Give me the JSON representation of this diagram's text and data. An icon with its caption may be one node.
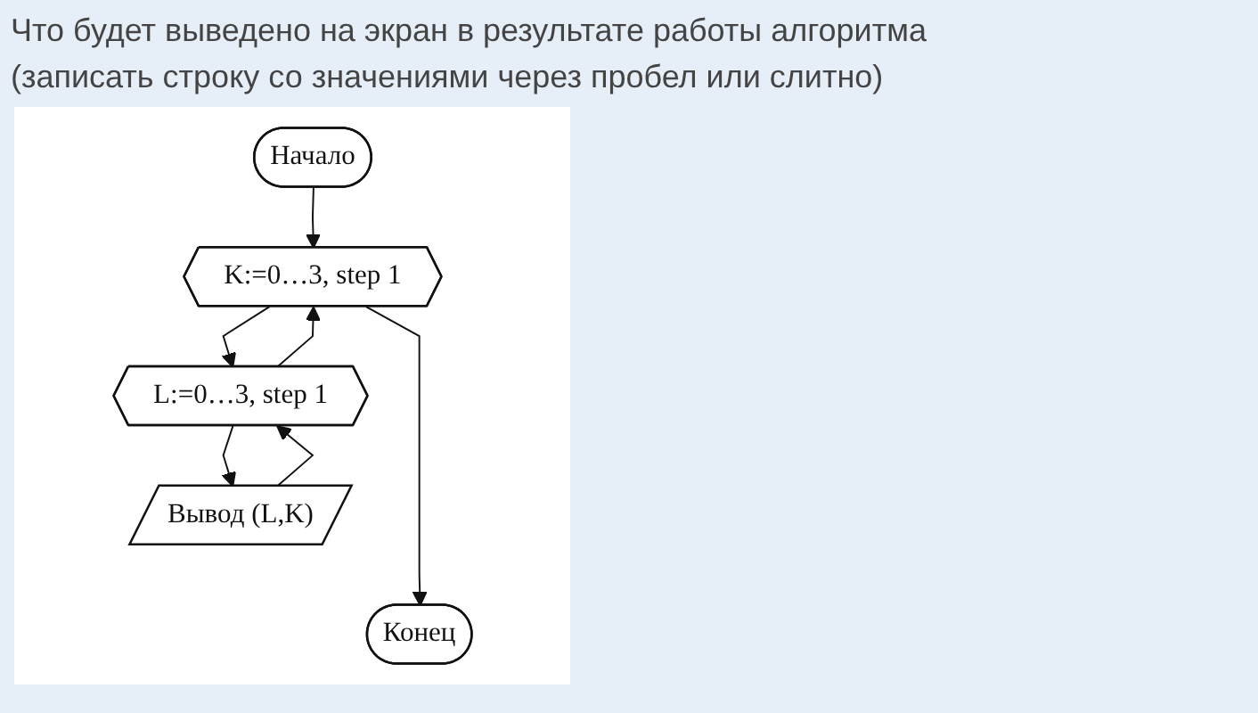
{
  "diagram": {
    "title": "Что будет выведено на экран в результате работы алгоритма (записать строку со значениями через пробел или слитно)",
    "nodes": [
      {
        "text": [
          "Начало"
        ]
      },
      {
        "text": [
          "K:=0…3, step 1"
        ]
      },
      {
        "text": [
          "L:=0…3, step 1"
        ]
      },
      {
        "text": [
          "Вывод (L,K)"
        ]
      },
      {
        "text": [
          "Конец"
        ]
      }
    ],
    "edges": [
      {
        "from": 0,
        "to": 1,
        "arrow": "to"
      },
      {
        "from": 1,
        "to": 2,
        "arrow": "to"
      },
      {
        "from": 2,
        "to": 3,
        "arrow": "to"
      },
      {
        "from": 3,
        "to": 2,
        "arrow": "to"
      },
      {
        "from": 2,
        "to": 1,
        "arrow": "to"
      },
      {
        "from": 1,
        "to": 4,
        "arrow": "to"
      }
    ]
  }
}
